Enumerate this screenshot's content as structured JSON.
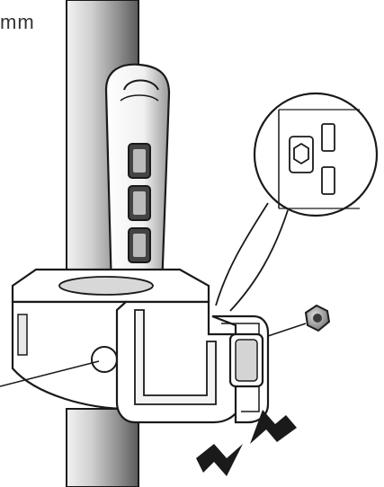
{
  "caption": {
    "text": "mm"
  },
  "colors": {
    "ink": "#1a1a1a",
    "pole_light": "#e6e6e6",
    "pole_dark": "#6e6e6e",
    "body_fill": "#ffffff",
    "arrow": "#1a1a1a",
    "nut": "#8c8c8c"
  },
  "parts": {
    "pole": "vertical-pole",
    "clamp": "pole-clamp-bracket",
    "handle": "slotted-handle",
    "knob": "tightening-knob",
    "nut": "hex-nut",
    "detail": "magnified-detail-circle",
    "arrows": "compression-arrows"
  }
}
